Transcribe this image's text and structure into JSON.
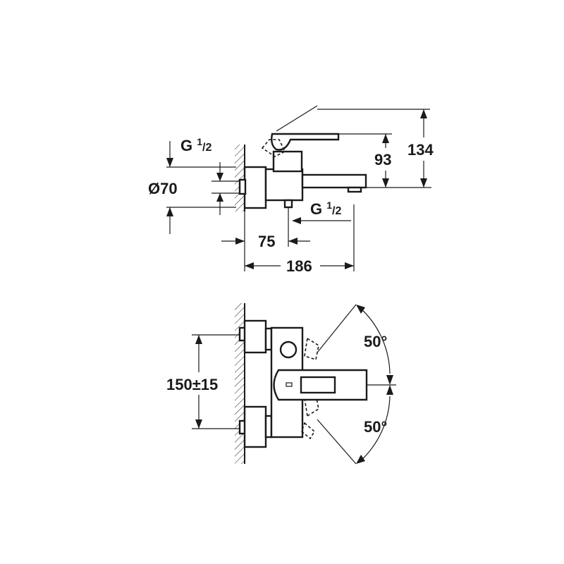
{
  "diagram": {
    "dimensions": {
      "thread_left": {
        "main": "G ",
        "sup": "1",
        "tail": "/2"
      },
      "thread_right": {
        "main": "G ",
        "sup": "1",
        "tail": "/2"
      },
      "diameter": "Ø70",
      "outlet_offset": "75",
      "overall_depth": "186",
      "spout_height": "93",
      "lever_height": "134",
      "spacing": "150±15",
      "angle_upper": "50°",
      "angle_lower": "50°"
    }
  }
}
